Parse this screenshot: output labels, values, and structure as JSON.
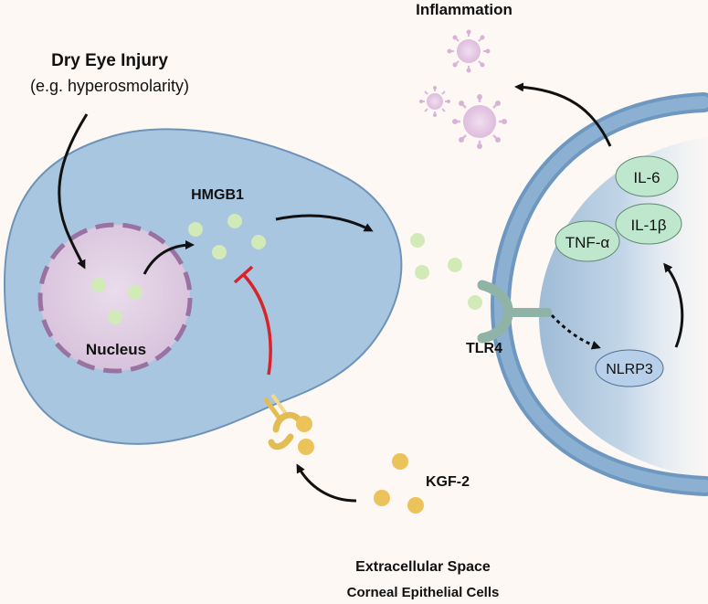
{
  "labels": {
    "inflammation": "Inflammation",
    "dry_eye_title": "Dry Eye Injury",
    "dry_eye_subtitle": "(e.g. hyperosmolarity)",
    "hmgb1": "HMGB1",
    "nucleus": "Nucleus",
    "tlr4": "TLR4",
    "kgf2": "KGF-2",
    "extracellular": "Extracellular Space",
    "corneal": "Corneal Epithelial Cells"
  },
  "cytokines": {
    "il6": "IL-6",
    "il1b": "IL-1β",
    "tnfa": "TNF-α",
    "nlrp3": "NLRP3"
  },
  "colors": {
    "background": "#fdf8f4",
    "cell_fill": "#a9c6e1",
    "cell_stroke": "#6d93b8",
    "nucleus_fill": "#dcc8e0",
    "nucleus_stroke": "#9a72a2",
    "hmgb1_dot": "#cfe6b4",
    "kgf2_dot": "#ecc35a",
    "cytokine_fill": "#bfe7cd",
    "nlrp3_fill": "#b7cfe8",
    "receptor": "#8fb4a7",
    "inhibit": "#d8232a",
    "virus": "#ddbfdd"
  }
}
